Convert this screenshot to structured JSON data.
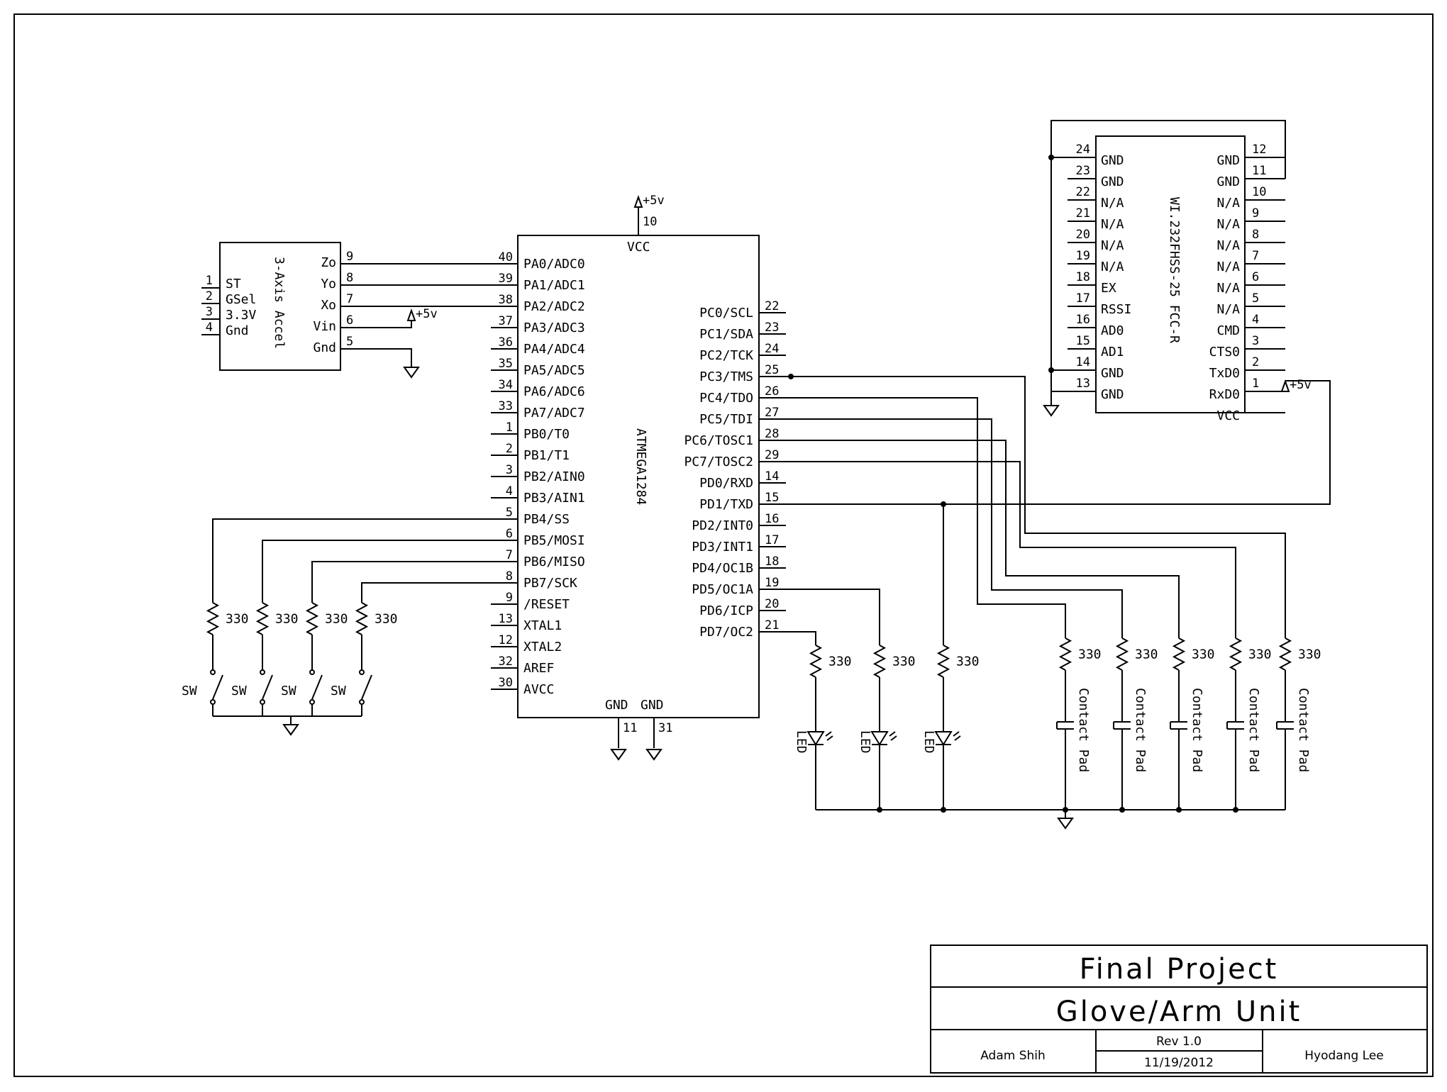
{
  "mcu": {
    "name": "ATMEGA1284",
    "vcc": {
      "pin": "10",
      "label": "VCC"
    },
    "left_pins": [
      {
        "num": "40",
        "name": "PA0/ADC0"
      },
      {
        "num": "39",
        "name": "PA1/ADC1"
      },
      {
        "num": "38",
        "name": "PA2/ADC2"
      },
      {
        "num": "37",
        "name": "PA3/ADC3"
      },
      {
        "num": "36",
        "name": "PA4/ADC4"
      },
      {
        "num": "35",
        "name": "PA5/ADC5"
      },
      {
        "num": "34",
        "name": "PA6/ADC6"
      },
      {
        "num": "33",
        "name": "PA7/ADC7"
      },
      {
        "num": "1",
        "name": "PB0/T0"
      },
      {
        "num": "2",
        "name": "PB1/T1"
      },
      {
        "num": "3",
        "name": "PB2/AIN0"
      },
      {
        "num": "4",
        "name": "PB3/AIN1"
      },
      {
        "num": "5",
        "name": "PB4/SS"
      },
      {
        "num": "6",
        "name": "PB5/MOSI"
      },
      {
        "num": "7",
        "name": "PB6/MISO"
      },
      {
        "num": "8",
        "name": "PB7/SCK"
      },
      {
        "num": "9",
        "name": "/RESET"
      },
      {
        "num": "13",
        "name": "XTAL1"
      },
      {
        "num": "12",
        "name": "XTAL2"
      },
      {
        "num": "32",
        "name": "AREF"
      },
      {
        "num": "30",
        "name": "AVCC"
      }
    ],
    "right_pins": [
      {
        "num": "22",
        "name": "PC0/SCL"
      },
      {
        "num": "23",
        "name": "PC1/SDA"
      },
      {
        "num": "24",
        "name": "PC2/TCK"
      },
      {
        "num": "25",
        "name": "PC3/TMS"
      },
      {
        "num": "26",
        "name": "PC4/TDO"
      },
      {
        "num": "27",
        "name": "PC5/TDI"
      },
      {
        "num": "28",
        "name": "PC6/TOSC1"
      },
      {
        "num": "29",
        "name": "PC7/TOSC2"
      },
      {
        "num": "14",
        "name": "PD0/RXD"
      },
      {
        "num": "15",
        "name": "PD1/TXD"
      },
      {
        "num": "16",
        "name": "PD2/INT0"
      },
      {
        "num": "17",
        "name": "PD3/INT1"
      },
      {
        "num": "18",
        "name": "PD4/OC1B"
      },
      {
        "num": "19",
        "name": "PD5/OC1A"
      },
      {
        "num": "20",
        "name": "PD6/ICP"
      },
      {
        "num": "21",
        "name": "PD7/OC2"
      }
    ],
    "gnd": [
      {
        "num": "11",
        "label": "GND"
      },
      {
        "num": "31",
        "label": "GND"
      }
    ]
  },
  "accel": {
    "name": "3-Axis Accel",
    "left_pins": [
      {
        "num": "1",
        "name": "ST"
      },
      {
        "num": "2",
        "name": "GSel"
      },
      {
        "num": "3",
        "name": "3.3V"
      },
      {
        "num": "4",
        "name": "Gnd"
      }
    ],
    "right_pins": [
      {
        "num": "9",
        "name": "Zo"
      },
      {
        "num": "8",
        "name": "Yo"
      },
      {
        "num": "7",
        "name": "Xo"
      },
      {
        "num": "6",
        "name": "Vin"
      },
      {
        "num": "5",
        "name": "Gnd"
      }
    ]
  },
  "radio": {
    "name": "WI.232FHSS-25 FCC-R",
    "left_pins": [
      {
        "num": "24",
        "name": "GND"
      },
      {
        "num": "23",
        "name": "GND"
      },
      {
        "num": "22",
        "name": "N/A"
      },
      {
        "num": "21",
        "name": "N/A"
      },
      {
        "num": "20",
        "name": "N/A"
      },
      {
        "num": "19",
        "name": "N/A"
      },
      {
        "num": "18",
        "name": "EX"
      },
      {
        "num": "17",
        "name": "RSSI"
      },
      {
        "num": "16",
        "name": "AD0"
      },
      {
        "num": "15",
        "name": "AD1"
      },
      {
        "num": "14",
        "name": "GND"
      },
      {
        "num": "13",
        "name": "GND"
      }
    ],
    "right_pins": [
      {
        "num": "12",
        "name": "GND"
      },
      {
        "num": "11",
        "name": "GND"
      },
      {
        "num": "10",
        "name": "N/A"
      },
      {
        "num": "9",
        "name": "N/A"
      },
      {
        "num": "8",
        "name": "N/A"
      },
      {
        "num": "7",
        "name": "N/A"
      },
      {
        "num": "6",
        "name": "N/A"
      },
      {
        "num": "5",
        "name": "N/A"
      },
      {
        "num": "4",
        "name": "CMD"
      },
      {
        "num": "3",
        "name": "CTS0"
      },
      {
        "num": "2",
        "name": "TxD0"
      },
      {
        "num": "1",
        "name": "RxD0"
      },
      {
        "num": "",
        "name": "VCC"
      }
    ]
  },
  "supply_label": "+5v",
  "resistor_value": "330",
  "switch_label": "SW",
  "led_label": "LED",
  "contact_pad_label": "Contact Pad",
  "title_block": {
    "title": "Final Project",
    "subtitle": "Glove/Arm Unit",
    "author_left": "Adam Shih",
    "rev": "Rev 1.0",
    "date": "11/19/2012",
    "author_right": "Hyodang Lee"
  }
}
